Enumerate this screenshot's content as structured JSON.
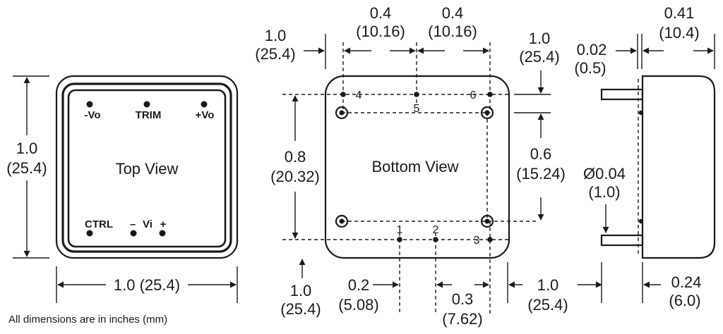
{
  "views": {
    "top": {
      "label": "Top View",
      "pins": {
        "minus_vo": "-Vo",
        "trim": "TRIM",
        "plus_vo": "+Vo",
        "ctrl": "CTRL",
        "minus_vi": "–",
        "vi": "Vi",
        "plus_vi": "+"
      },
      "height_in": "1.0",
      "height_mm": "(25.4)",
      "width": "1.0 (25.4)"
    },
    "bottom": {
      "label": "Bottom View",
      "pin_numbers": [
        "4",
        "5",
        "6",
        "1",
        "2",
        "3"
      ],
      "dim_left_top_in": "1.0",
      "dim_left_top_mm": "(25.4)",
      "dim_pitch1_in": "0.4",
      "dim_pitch1_mm": "(10.16)",
      "dim_pitch2_in": "0.4",
      "dim_pitch2_mm": "(10.16)",
      "dim_right_top_in": "1.0",
      "dim_right_top_mm": "(25.4)",
      "dim_rows_in": "0.8",
      "dim_rows_mm": "(20.32)",
      "dim_mount_in": "0.6",
      "dim_mount_mm": "(15.24)",
      "dim_left_bottom_in": "1.0",
      "dim_left_bottom_mm": "(25.4)",
      "dim_p1_in": "0.2",
      "dim_p1_mm": "(5.08)",
      "dim_p2_in": "0.3",
      "dim_p2_mm": "(7.62)",
      "dim_right_bottom_in": "1.0",
      "dim_right_bottom_mm": "(25.4)"
    },
    "side": {
      "dim_pin_offset_in": "0.02",
      "dim_pin_offset_mm": "(0.5)",
      "dim_depth_in": "0.41",
      "dim_depth_mm": "(10.4)",
      "dim_pin_dia_in": "Ø0.04",
      "dim_pin_dia_mm": "(1.0)",
      "dim_pin_len_in": "0.24",
      "dim_pin_len_mm": "(6.0)"
    }
  },
  "note": "All dimensions are in inches (mm)"
}
